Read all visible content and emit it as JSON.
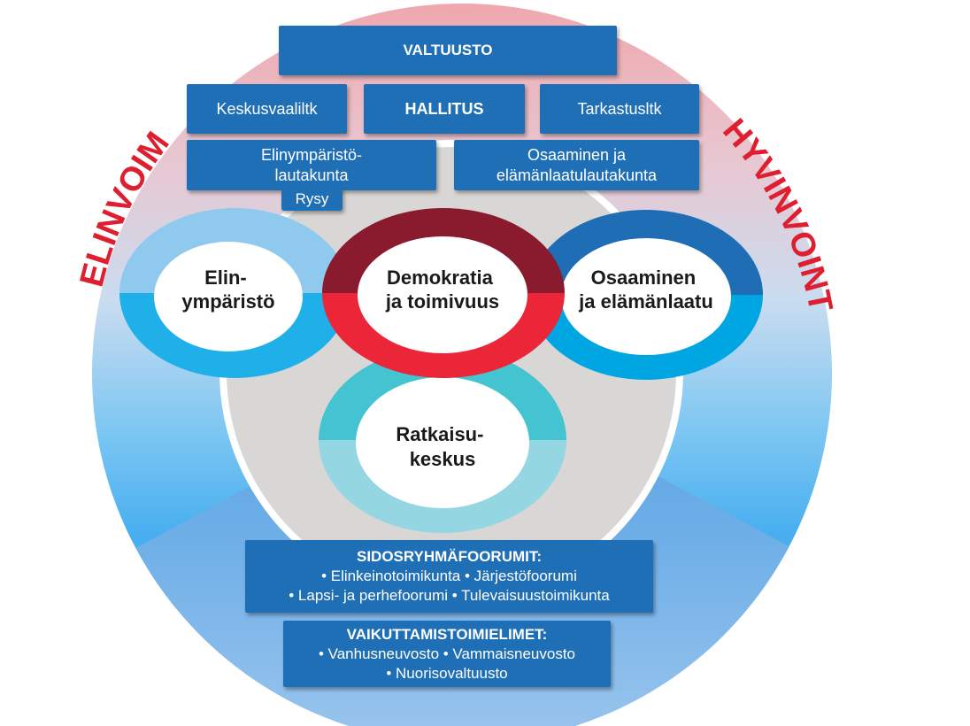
{
  "colors": {
    "outer_top": "#f0a7ae",
    "outer_mid": "#ccdcef",
    "outer_blue": "#47aef0",
    "outer_bottom": "#6ea9e3",
    "gray_disc": "#d8d7d5",
    "box_blue": "#1f6fb6",
    "side_text_red": "#dd1f30",
    "ring_left_top": "#8fcaee",
    "ring_left_bottom": "#1fb0ea",
    "ring_center_top": "#8a1a2e",
    "ring_center_bottom": "#ea2638",
    "ring_right_top": "#1f6db5",
    "ring_right_bottom": "#00a6e2",
    "ring_bottom_top": "#44c4d1",
    "ring_bottom_bottom": "#94d6e2"
  },
  "side_labels": {
    "left": "ELINVOIMA",
    "right": "HYVINVOINTI"
  },
  "boxes": {
    "valtuusto": "VALTUUSTO",
    "keskusvaaliltk": "Keskusvaaliltk",
    "hallitus": "HALLITUS",
    "tarkastusltk": "Tarkastusltk",
    "elinymparisto_lautakunta": [
      "Elinympäristö-",
      "lautakunta"
    ],
    "rysy": "Rysy",
    "osaaminen_lautakunta": [
      "Osaaminen ja",
      "elämänlaatulautakunta"
    ]
  },
  "rings": {
    "left": [
      "Elin-",
      "ympäristö"
    ],
    "center": [
      "Demokratia",
      "ja toimivuus"
    ],
    "right": [
      "Osaaminen",
      "ja elämänlaatu"
    ],
    "bottom": [
      "Ratkaisu-",
      "keskus"
    ]
  },
  "forums": {
    "sidosryhma": {
      "heading": "SIDOSRYHMÄFOORUMIT:",
      "lines": [
        "• Elinkeinotoimikunta • Järjestöfoorumi",
        "• Lapsi- ja perhefoorumi • Tulevaisuustoimikunta"
      ]
    },
    "vaikuttamis": {
      "heading": "VAIKUTTAMISTOIMIELIMET:",
      "lines": [
        "• Vanhusneuvosto • Vammaisneuvosto",
        "• Nuorisovaltuusto"
      ]
    }
  }
}
